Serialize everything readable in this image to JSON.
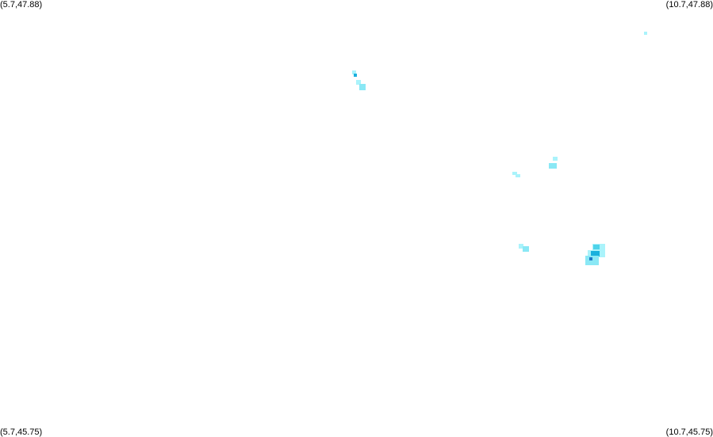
{
  "corners": {
    "top_left": "(5.7,47.88)",
    "top_right": "(10.7,47.88)",
    "bottom_left": "(5.7,45.75)",
    "bottom_right": "(10.7,45.75)"
  },
  "colors": {
    "background": "#ffffff",
    "pale_cyan": "#aaf3fb",
    "light_cyan": "#8ae8f5",
    "mid_cyan": "#4fd3ea",
    "deep_cyan": "#1ab0dd",
    "dot_blue": "#1f78c8"
  }
}
